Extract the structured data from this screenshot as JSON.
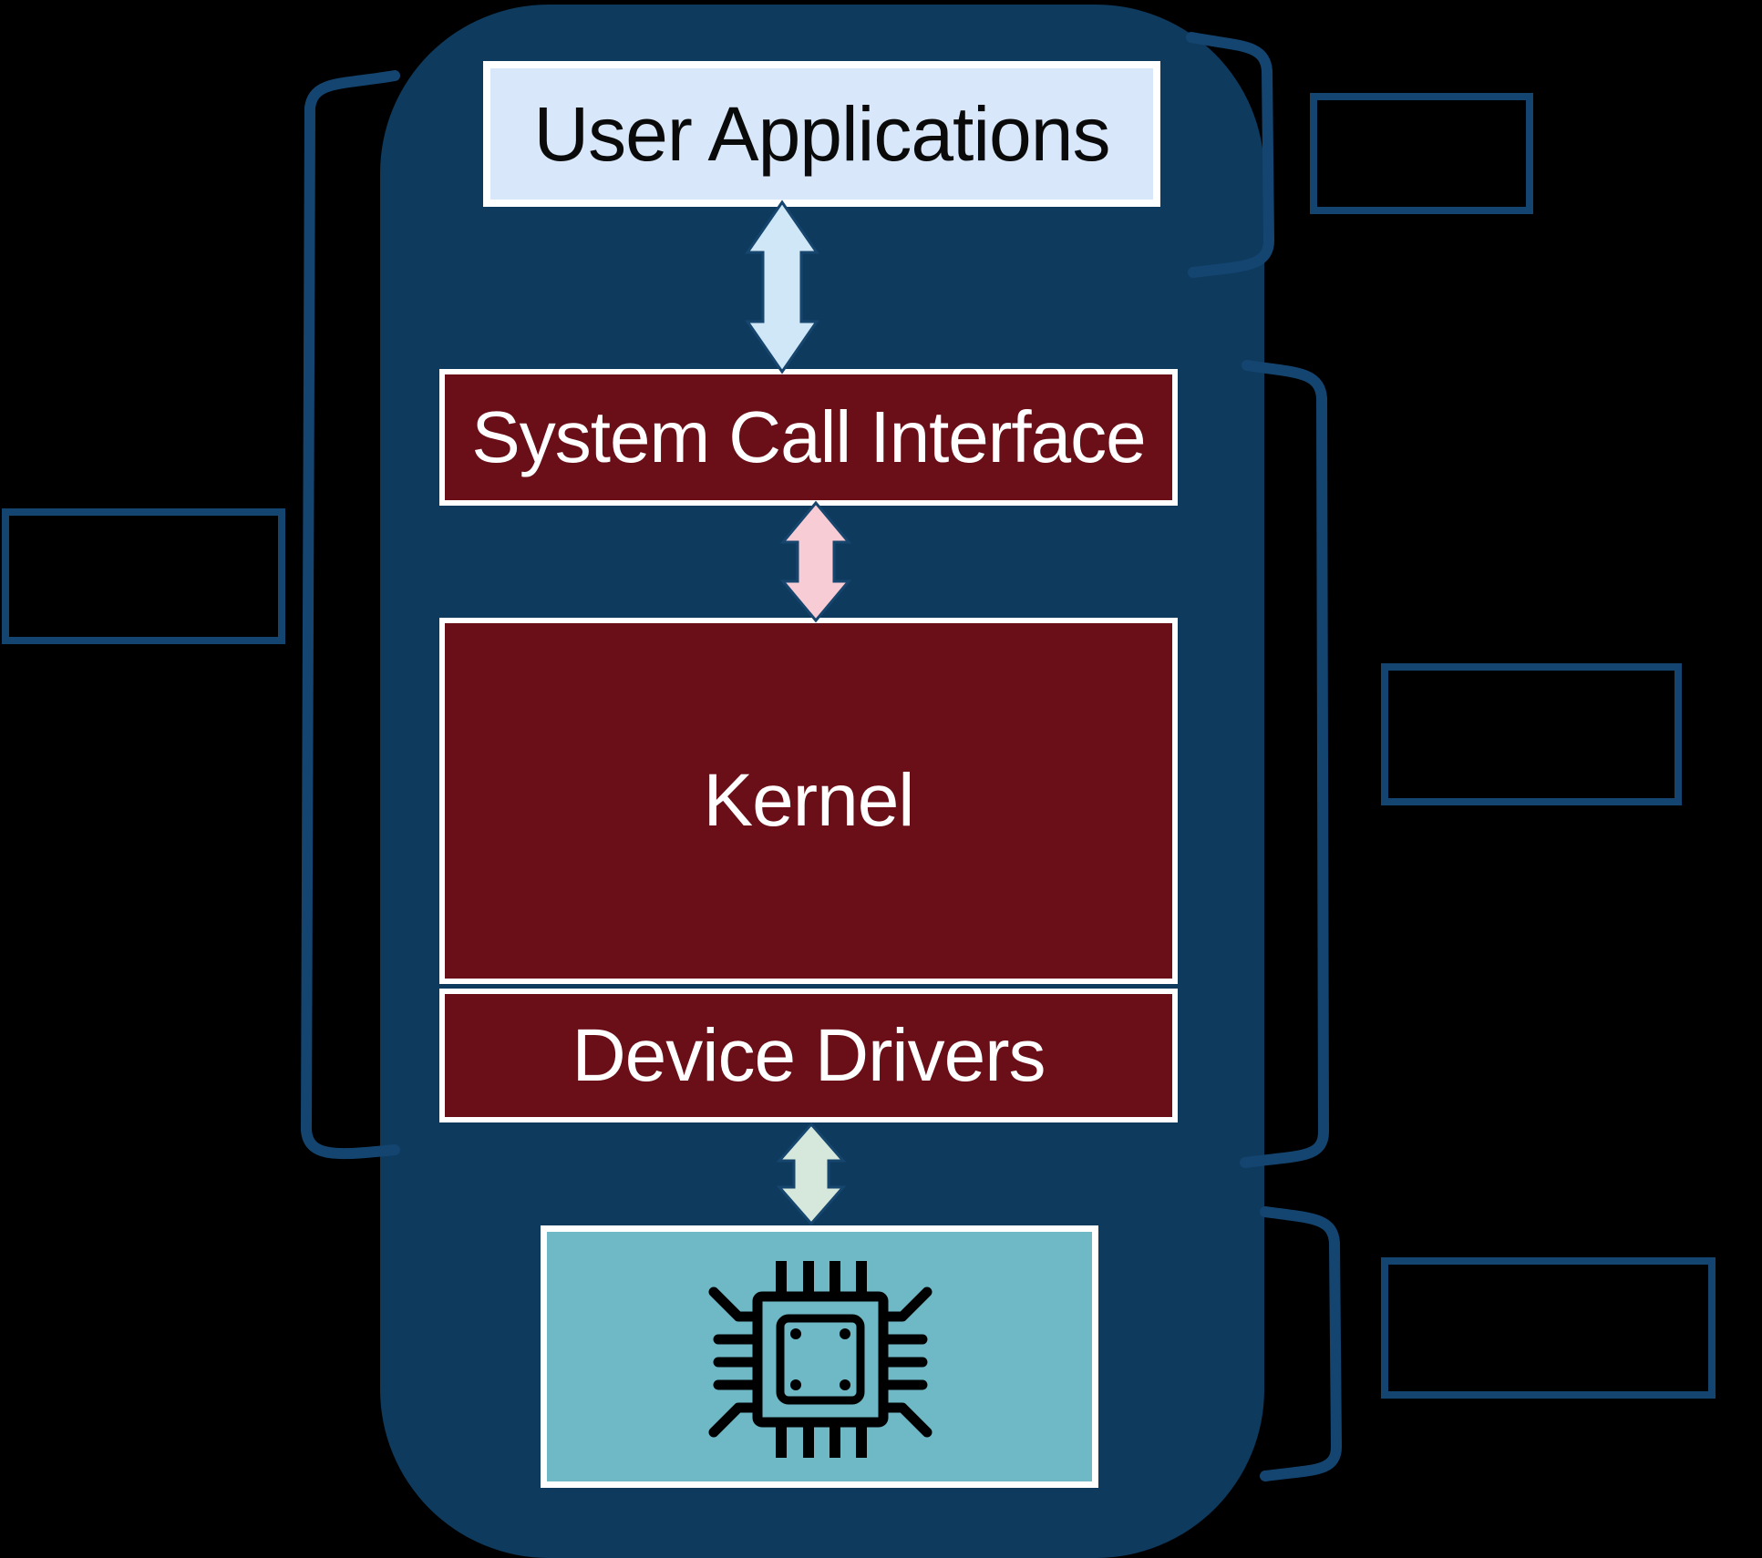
{
  "diagram": {
    "description": "Operating system layered architecture",
    "stack": {
      "user_applications": {
        "label": "User Applications"
      },
      "system_call_interface": {
        "label": "System Call Interface"
      },
      "kernel": {
        "label": "Kernel"
      },
      "device_drivers": {
        "label": "Device Drivers"
      },
      "hardware": {
        "label": "",
        "icon": "chip-icon"
      }
    },
    "arrows": [
      {
        "name": "user-apps-to-syscall",
        "direction": "both",
        "color": "#cfe7f6"
      },
      {
        "name": "syscall-to-kernel",
        "direction": "both",
        "color": "#f7ccd4"
      },
      {
        "name": "drivers-to-hardware",
        "direction": "both",
        "color": "#d6e8db"
      }
    ],
    "annotations": {
      "left_note_box": {
        "label": ""
      },
      "right_note_boxes": [
        {
          "label": ""
        },
        {
          "label": ""
        },
        {
          "label": ""
        }
      ]
    },
    "colors": {
      "background": "#000000",
      "panel_navy": "#0e3a5e",
      "outline_navy": "#144570",
      "block_dark_red": "#6a0e17",
      "block_light_blue": "#d8e7f9",
      "block_teal": "#6fb8c6",
      "arrow_blue": "#cfe7f6",
      "arrow_pink": "#f7ccd4",
      "arrow_green": "#d6e8db",
      "border_white": "#ffffff",
      "icon_black": "#000000"
    }
  }
}
